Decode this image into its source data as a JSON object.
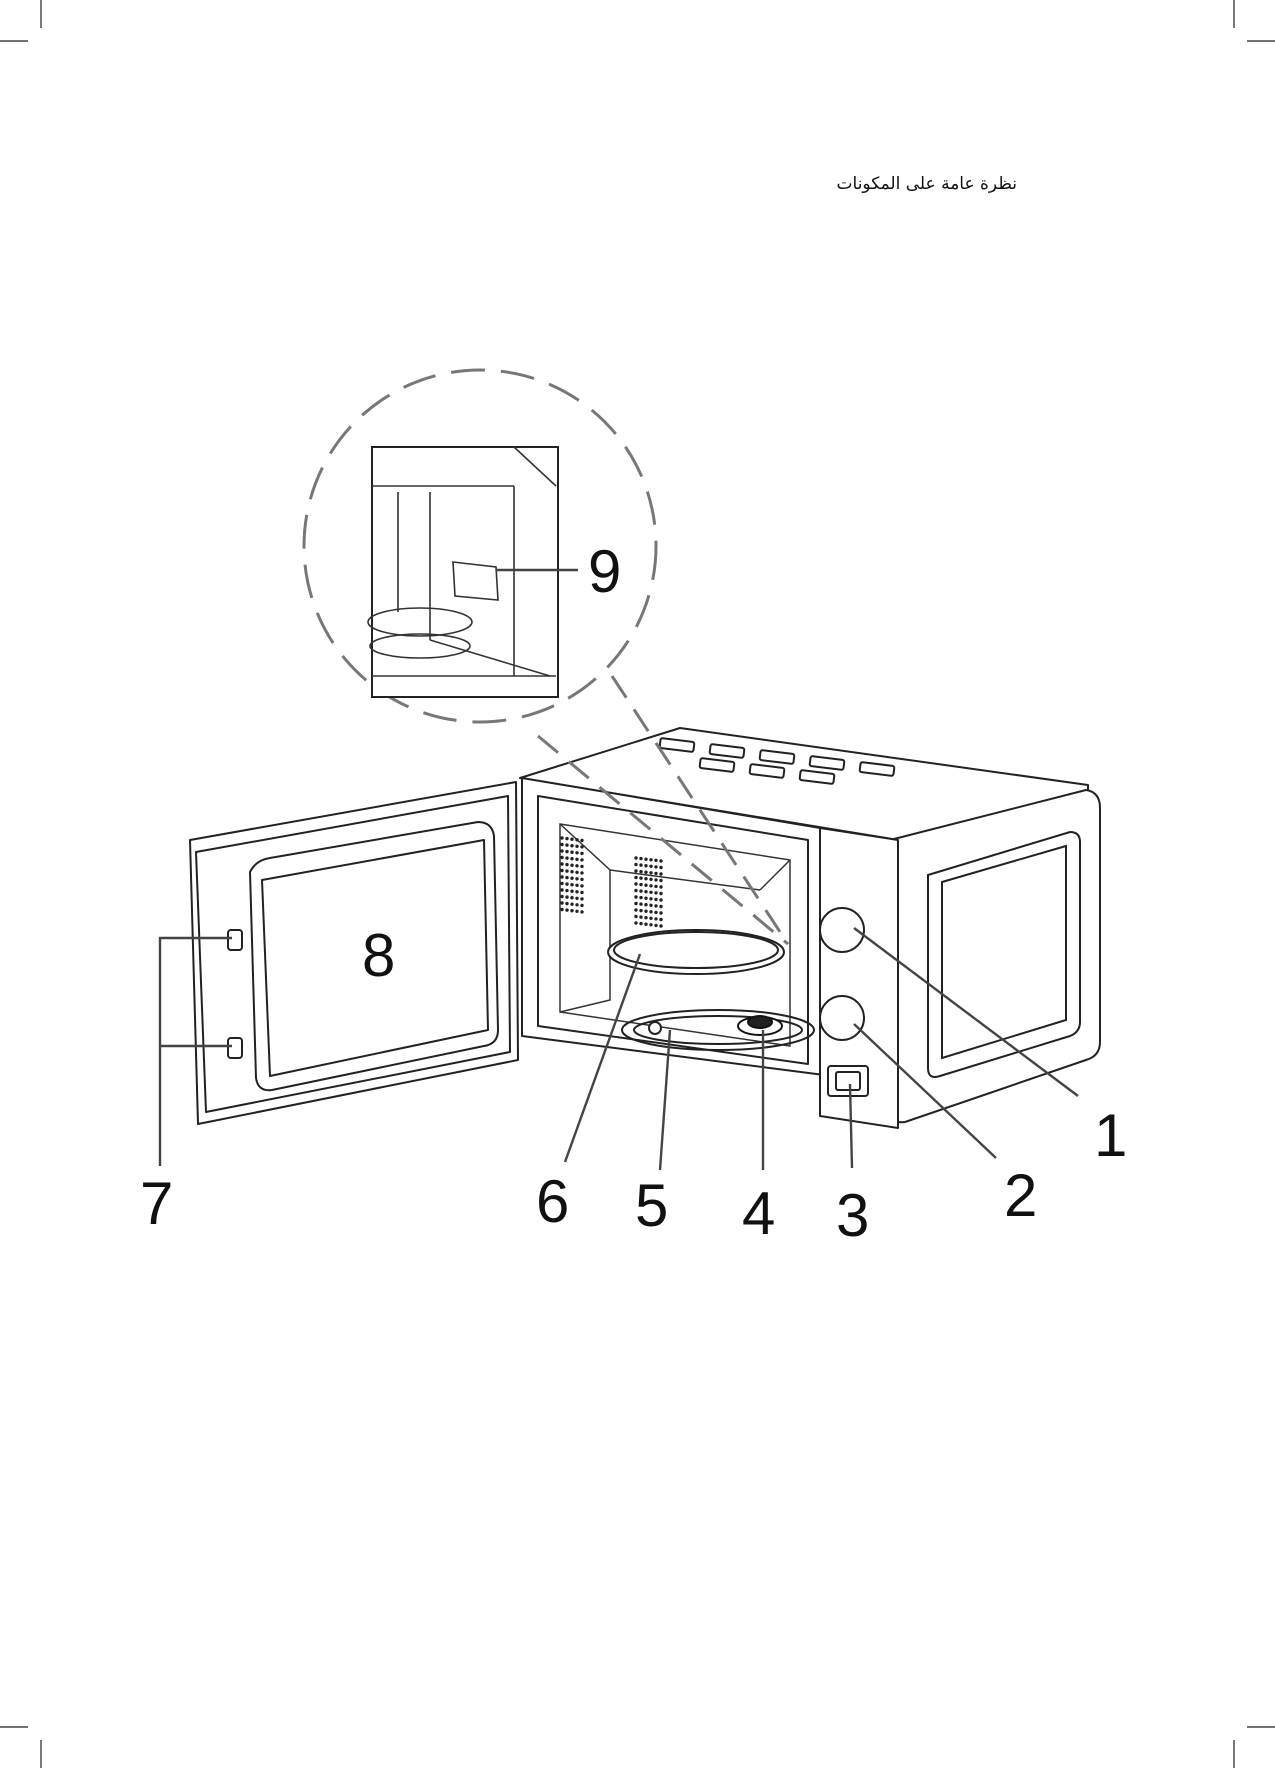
{
  "header": {
    "title": "نظرة عامة على المكونات"
  },
  "callouts": [
    {
      "id": "1",
      "label": "1"
    },
    {
      "id": "2",
      "label": "2"
    },
    {
      "id": "3",
      "label": "3"
    },
    {
      "id": "4",
      "label": "4"
    },
    {
      "id": "5",
      "label": "5"
    },
    {
      "id": "6",
      "label": "6"
    },
    {
      "id": "7",
      "label": "7"
    },
    {
      "id": "8",
      "label": "8"
    },
    {
      "id": "9",
      "label": "9"
    }
  ],
  "colors": {
    "ink": "#111111",
    "line": "#333333",
    "dash": "#777777",
    "fill": "#ffffff"
  }
}
